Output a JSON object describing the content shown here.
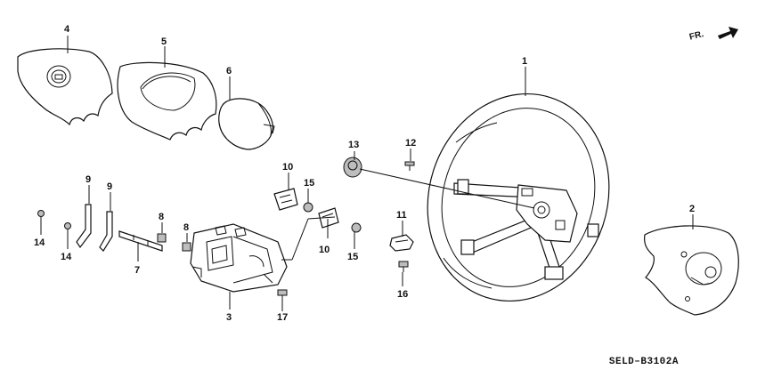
{
  "diagram": {
    "orientation_label": "FR.",
    "drawing_code": "SELD–B3102A",
    "callouts": [
      {
        "id": "c1",
        "text": "1"
      },
      {
        "id": "c2",
        "text": "2"
      },
      {
        "id": "c3",
        "text": "3"
      },
      {
        "id": "c4",
        "text": "4"
      },
      {
        "id": "c5",
        "text": "5"
      },
      {
        "id": "c6",
        "text": "6"
      },
      {
        "id": "c7",
        "text": "7"
      },
      {
        "id": "c8a",
        "text": "8"
      },
      {
        "id": "c8b",
        "text": "8"
      },
      {
        "id": "c9a",
        "text": "9"
      },
      {
        "id": "c9b",
        "text": "9"
      },
      {
        "id": "c10a",
        "text": "10"
      },
      {
        "id": "c10b",
        "text": "10"
      },
      {
        "id": "c11",
        "text": "11"
      },
      {
        "id": "c12",
        "text": "12"
      },
      {
        "id": "c13",
        "text": "13"
      },
      {
        "id": "c14a",
        "text": "14"
      },
      {
        "id": "c14b",
        "text": "14"
      },
      {
        "id": "c15a",
        "text": "15"
      },
      {
        "id": "c15b",
        "text": "15"
      },
      {
        "id": "c16",
        "text": "16"
      },
      {
        "id": "c17",
        "text": "17"
      }
    ]
  }
}
